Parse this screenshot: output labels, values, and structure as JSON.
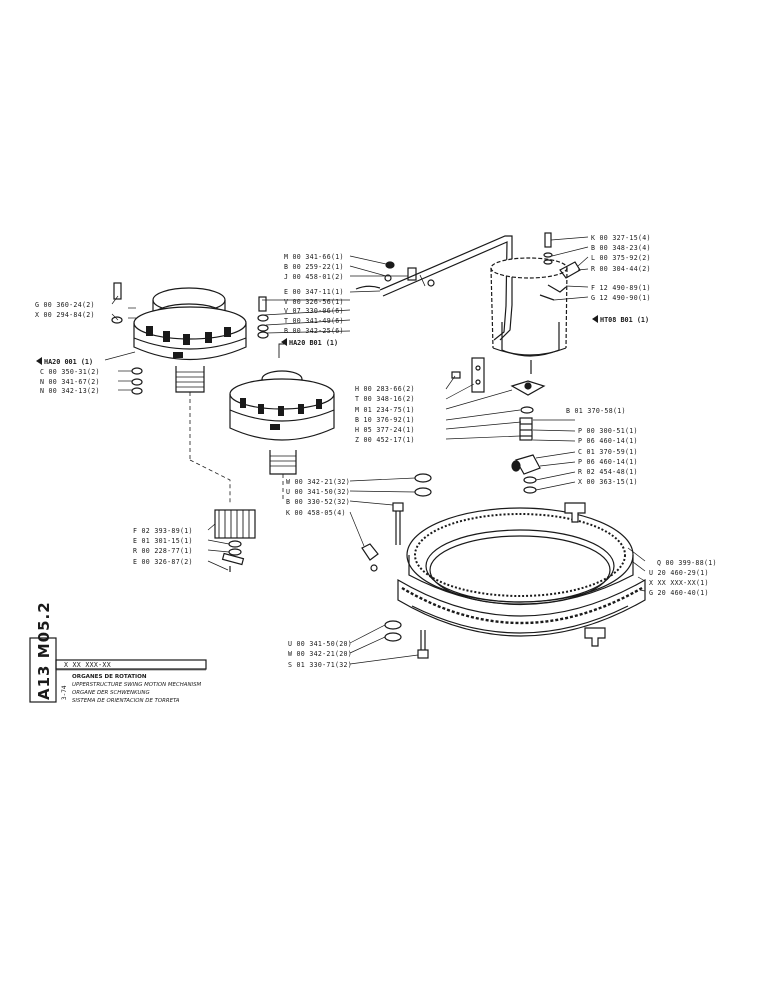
{
  "sheet": {
    "code": "A13 M05.2",
    "date": "3-74",
    "ref": "X XX XXX-XX",
    "titles": [
      "ORGANES DE ROTATION",
      "UPPERSTRUCTURE SWING MOTION MECHANISM",
      "ORGANE DER SCHWENKUNG",
      "SISTEMA DE ORIENTACION DE TORRETA"
    ]
  },
  "refs": {
    "ha20_001": "HA20 001 (1)",
    "ha20_b01": "HA20 B01 (1)",
    "ht08_b01": "HT08 B01 (1)"
  },
  "parts": {
    "left_motor": [
      "G 00 360-24(2)",
      "X 00 294-84(2)"
    ],
    "left_hardware": [
      "C 00 350-31(2)",
      "N 00 341-67(2)",
      "N 00 342-13(2)"
    ],
    "pinion": [
      "F 02 393-89(1)",
      "E 01 301-15(1)",
      "R 00 228-77(1)",
      "E 00 326-87(2)"
    ],
    "top_pipe": [
      "M 00 341-66(1)",
      "B 00 259-22(1)",
      "J 00 458-01(2)"
    ],
    "mid_bolts": [
      "E 00 347-11(1)",
      "V 00 326-56(1)",
      "V 07 330-06(6)",
      "T 00 341-49(6)",
      "B 00 342-25(6)"
    ],
    "tank_top": [
      "K 00 327-15(4)",
      "B 00 348-23(4)",
      "L 00 375-92(2)",
      "R 00 304-44(2)",
      "F 12 490-89(1)",
      "G 12 490-90(1)"
    ],
    "bracket": [
      "H 00 283-66(2)",
      "T 00 348-16(2)",
      "M 01 234-75(1)",
      "B 10 376-92(1)",
      "H 05 377-24(1)",
      "Z 00 452-17(1)"
    ],
    "fittings": [
      "B 01 370-58(1)",
      "P 00 300-51(1)",
      "P 06 460-14(1)",
      "C 01 370-59(1)",
      "P 06 460-14(1)",
      "R 02 454-48(1)",
      "X 00 363-15(1)"
    ],
    "ring_bolts": [
      "W 00 342-21(32)",
      "U 00 341-50(32)",
      "B 00 330-52(32)",
      "K 00 458-05(4)"
    ],
    "ring_labels": [
      "Q 00 399-88(1)",
      "U 20 460-29(1)",
      "X XX XXX-XX(1)",
      "G 20 460-40(1)"
    ],
    "lower_bolts": [
      "U 00 341-50(20)",
      "W 00 342-21(20)",
      "S 01 330-71(32)"
    ]
  }
}
